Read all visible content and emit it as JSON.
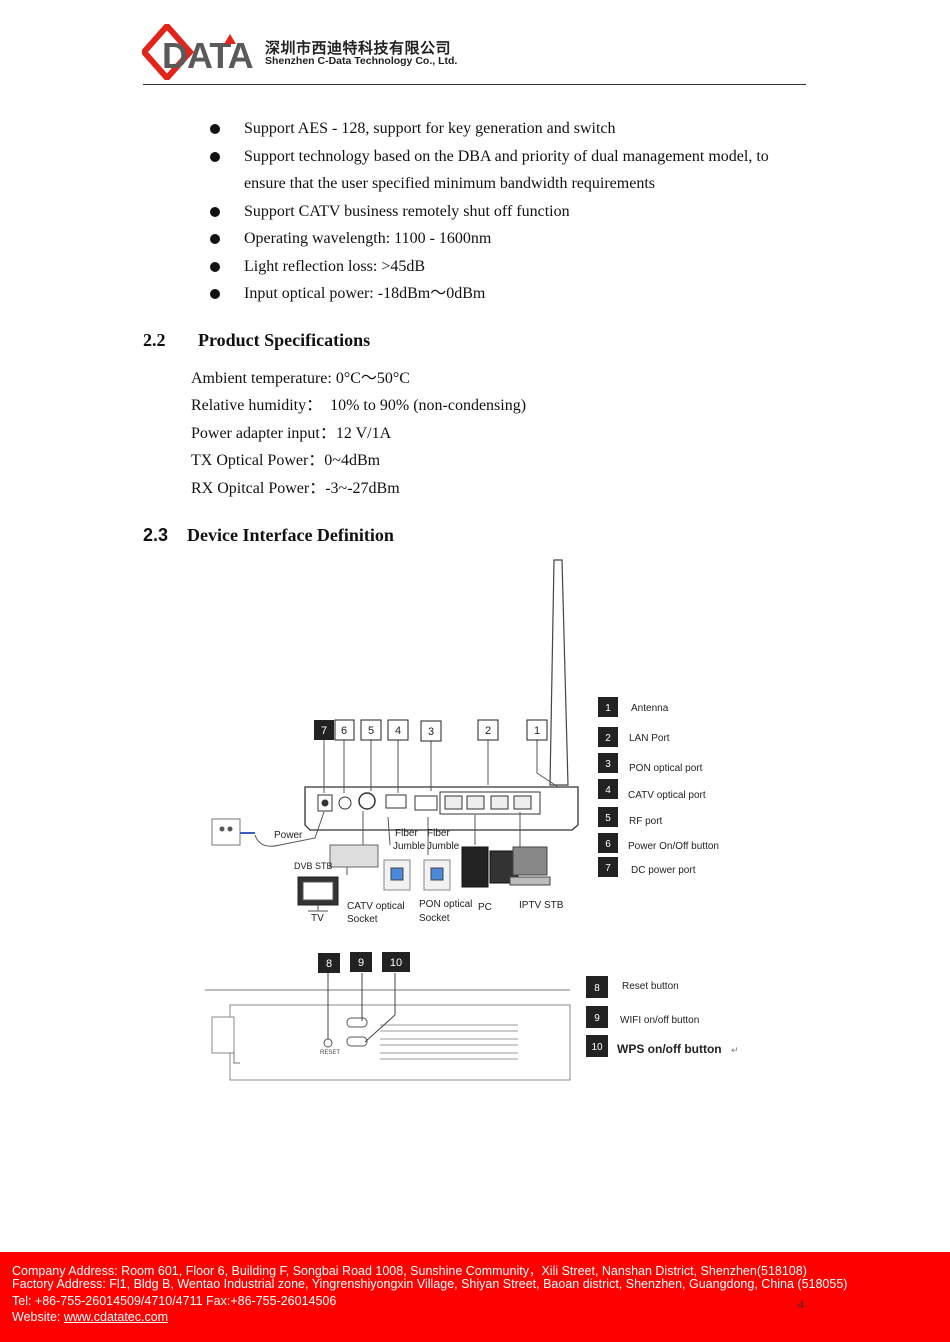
{
  "header": {
    "logo_text": "DATA",
    "company_cn": "深圳市西迪特科技有限公司",
    "company_en": "Shenzhen C-Data Technology Co., Ltd."
  },
  "bullets": [
    "Support AES - 128, support for key generation and switch",
    "Support technology based on the DBA and priority of dual management model, to ensure that the user specified minimum bandwidth requirements",
    "Support CATV business remotely shut off function",
    "Operating wavelength: 1100 - 1600nm",
    "Light reflection loss: >45dB",
    "Input optical power: -18dBm～0dBm"
  ],
  "section_2_2": {
    "number": "2.2",
    "title": "Product Specifications",
    "specs": [
      "Ambient temperature: 0°C～50°C",
      "Relative humidity：  10% to 90% (non-condensing)",
      "Power adapter input：12 V/1A",
      "TX Optical Power：0~4dBm",
      "RX Opitcal Power：-3~-27dBm"
    ]
  },
  "section_2_3": {
    "number": "2.3",
    "title": "Device Interface Definition"
  },
  "diagram": {
    "callouts_top": [
      "7",
      "6",
      "5",
      "4",
      "3",
      "2",
      "1"
    ],
    "legend_top": [
      {
        "num": "1",
        "label": "Antenna"
      },
      {
        "num": "2",
        "label": "LAN Port"
      },
      {
        "num": "3",
        "label": "PON optical port"
      },
      {
        "num": "4",
        "label": "CATV optical port"
      },
      {
        "num": "5",
        "label": "RF port"
      },
      {
        "num": "6",
        "label": "Power On/Off button"
      },
      {
        "num": "7",
        "label": "DC power port"
      }
    ],
    "device_labels": {
      "power": "Power",
      "fiber1_a": "Fiber",
      "fiber1_b": "Jumble",
      "fiber2_a": "Fiber",
      "fiber2_b": "Jumble",
      "dvb_stb": "DVB STB",
      "tv": "TV",
      "catv_socket_a": "CATV optical",
      "catv_socket_b": "Socket",
      "pon_socket_a": "PON optical",
      "pon_socket_b": "Socket",
      "pc": "PC",
      "iptv_stb": "IPTV STB",
      "reset": "RESET"
    },
    "callouts_bottom": [
      "8",
      "9",
      "10"
    ],
    "legend_bottom": [
      {
        "num": "8",
        "label": "Reset button"
      },
      {
        "num": "9",
        "label": "WIFI on/off button"
      },
      {
        "num": "10",
        "label": "WPS on/off button"
      }
    ],
    "edit_mark": "↵"
  },
  "footer": {
    "address": "Company Address: Room 601, Floor 6, Building F, Songbai Road 1008, Sunshine Community，Xili Street, Nanshan District, Shenzhen(518108)",
    "factory": "Factory Address: Fl1, Bldg B, Wentao Industrial zone, Yingrenshiyongxin Village, Shiyan Street, Baoan district, Shenzhen, Guangdong, China (518055)",
    "tel": "Tel: +86-755-26014509/4710/4711 Fax:+86-755-26014506",
    "website_label": "Website: ",
    "website": "www.cdatatec.com"
  },
  "page_number": "4",
  "colors": {
    "brand_red": "#e1251b",
    "footer_red": "#ff0000"
  }
}
